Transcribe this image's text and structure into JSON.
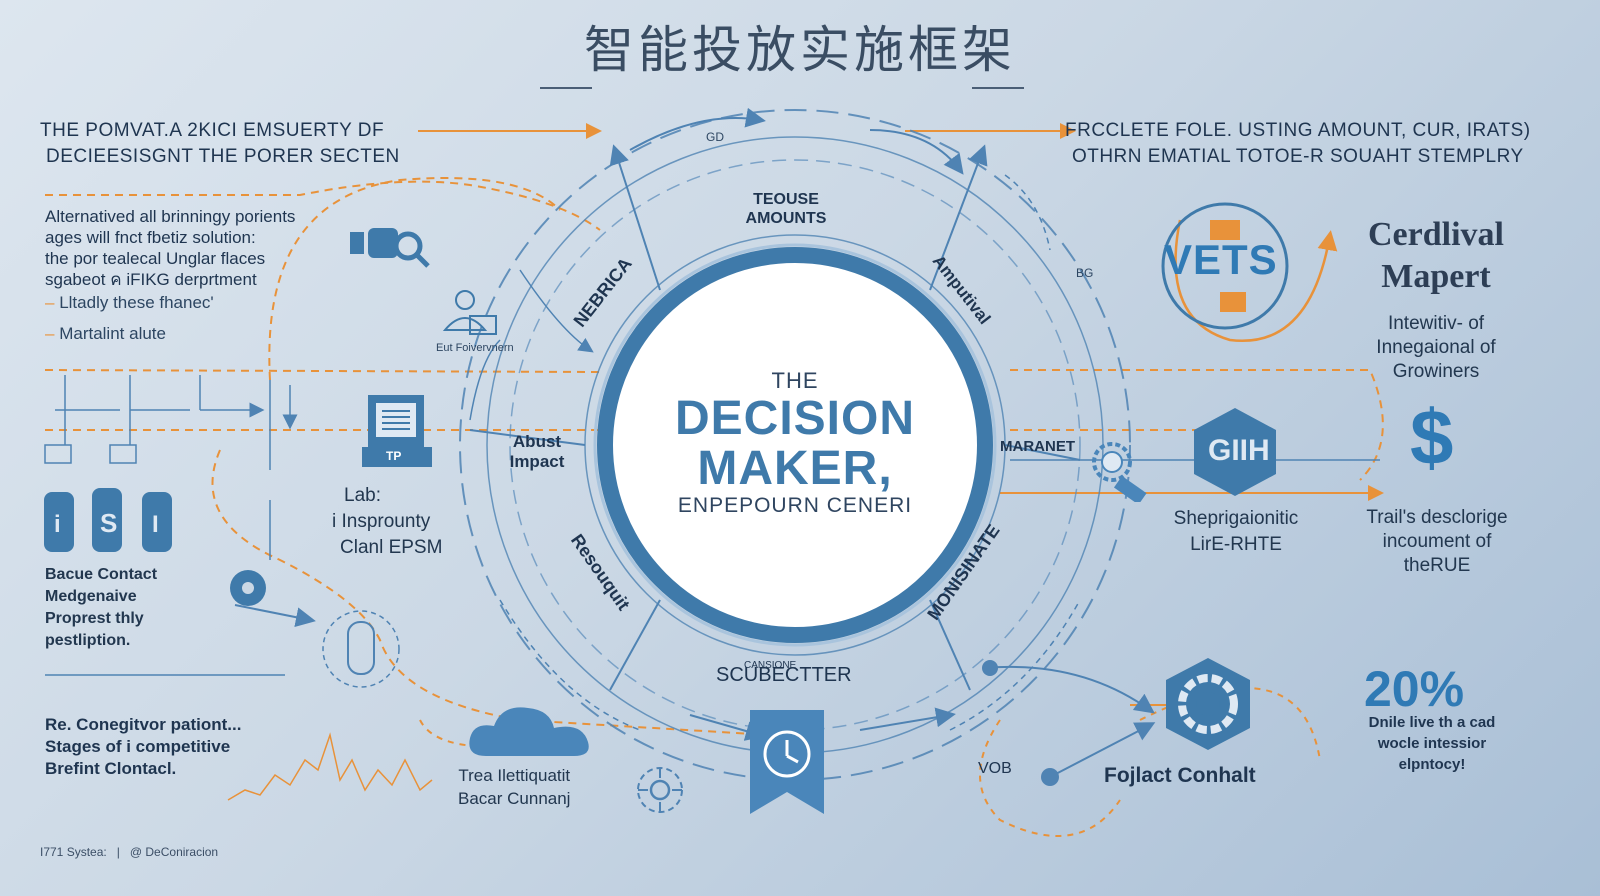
{
  "title": "智能投放实施框架",
  "top_left": {
    "line1": "THE POMVAT.A 2KICI EMSUERTY DF",
    "line2": "DECIEESISGNT THE PORER SECTEN"
  },
  "top_right": {
    "line1": "FRCCLETE FOLE. USTING AMOUNT, CUR, IRATS)",
    "line2": "OTHRN EMATIAL TOTOE-R SOUAHT STEMPLRY"
  },
  "left_block": {
    "lines": [
      "Alternatived all brinningy porients",
      "ages will fnct fbetiz solution:",
      "the por tealecal Unglar flaces",
      "sgabeot ค iFIKG derprtment"
    ],
    "bullet1": "Lltadly these fhanec'",
    "bullet2": "Martalint alute"
  },
  "person_caption": "Eut Foivervnern",
  "lab_block": {
    "line1": "Lab:",
    "line2": "i Insprounty",
    "line3": "Clanl EPSM"
  },
  "device_label": "TP",
  "left_mid": {
    "line1": "Bacue Contact",
    "line2": "Medgenaive",
    "line3": "Proprest thly",
    "line4": "pestliption."
  },
  "left_bottom": {
    "line1": "Re. Conegitvor pationt...",
    "line2": "Stages of i competitive",
    "line3": "Brefint Clontacl."
  },
  "cloud_caption": {
    "line1": "Trea Ilettiquatit",
    "line2": "Bacar Cunnanj"
  },
  "center": {
    "the": "THE",
    "line1": "DECISION",
    "line2": "MAKER,",
    "sub": "ENPEPOURN CENERI"
  },
  "ring_labels": {
    "top": "TEOUSE\nAMOUNTS",
    "top_left": "NEBRICA",
    "top_right": "Amputival",
    "left": "Abust\nImpact",
    "right": "MARANET",
    "bottom_left": "Resouquit",
    "bottom_right": "MONISINATE",
    "bottom": "SCUBECTTER",
    "bottom_small": "CANSIONE",
    "tick1": "GD",
    "tick2": "BG"
  },
  "right_top": {
    "logo_text": "VETS",
    "serif1": "Cerdlival",
    "serif2": "Mapert",
    "cap1": "Intewitiv- of",
    "cap2": "Innegaional of",
    "cap3": "Growiners"
  },
  "right_mid": {
    "hex_text": "GIIH",
    "cap1": "Sheprigaionitic",
    "cap2": "LirE-RHTE",
    "dollar": "$",
    "dcap1": "Trail's desclorige",
    "dcap2": "incoument of",
    "dcap3": "theRUE"
  },
  "right_bottom": {
    "pct": "20%",
    "cap1": "Dnile live th a cad",
    "cap2": "wocle intessior",
    "cap3": "elpntocy!",
    "badge_caption": "Fojlact Conhalt",
    "vob": "VOB"
  },
  "footer": {
    "left": "I771 Systea:",
    "sep": "|",
    "right": "@ DeConiracion"
  },
  "colors": {
    "accent_blue": "#3f7aaa",
    "dark_blue": "#2f6fa6",
    "orange": "#e8923a",
    "text": "#1f3550"
  }
}
